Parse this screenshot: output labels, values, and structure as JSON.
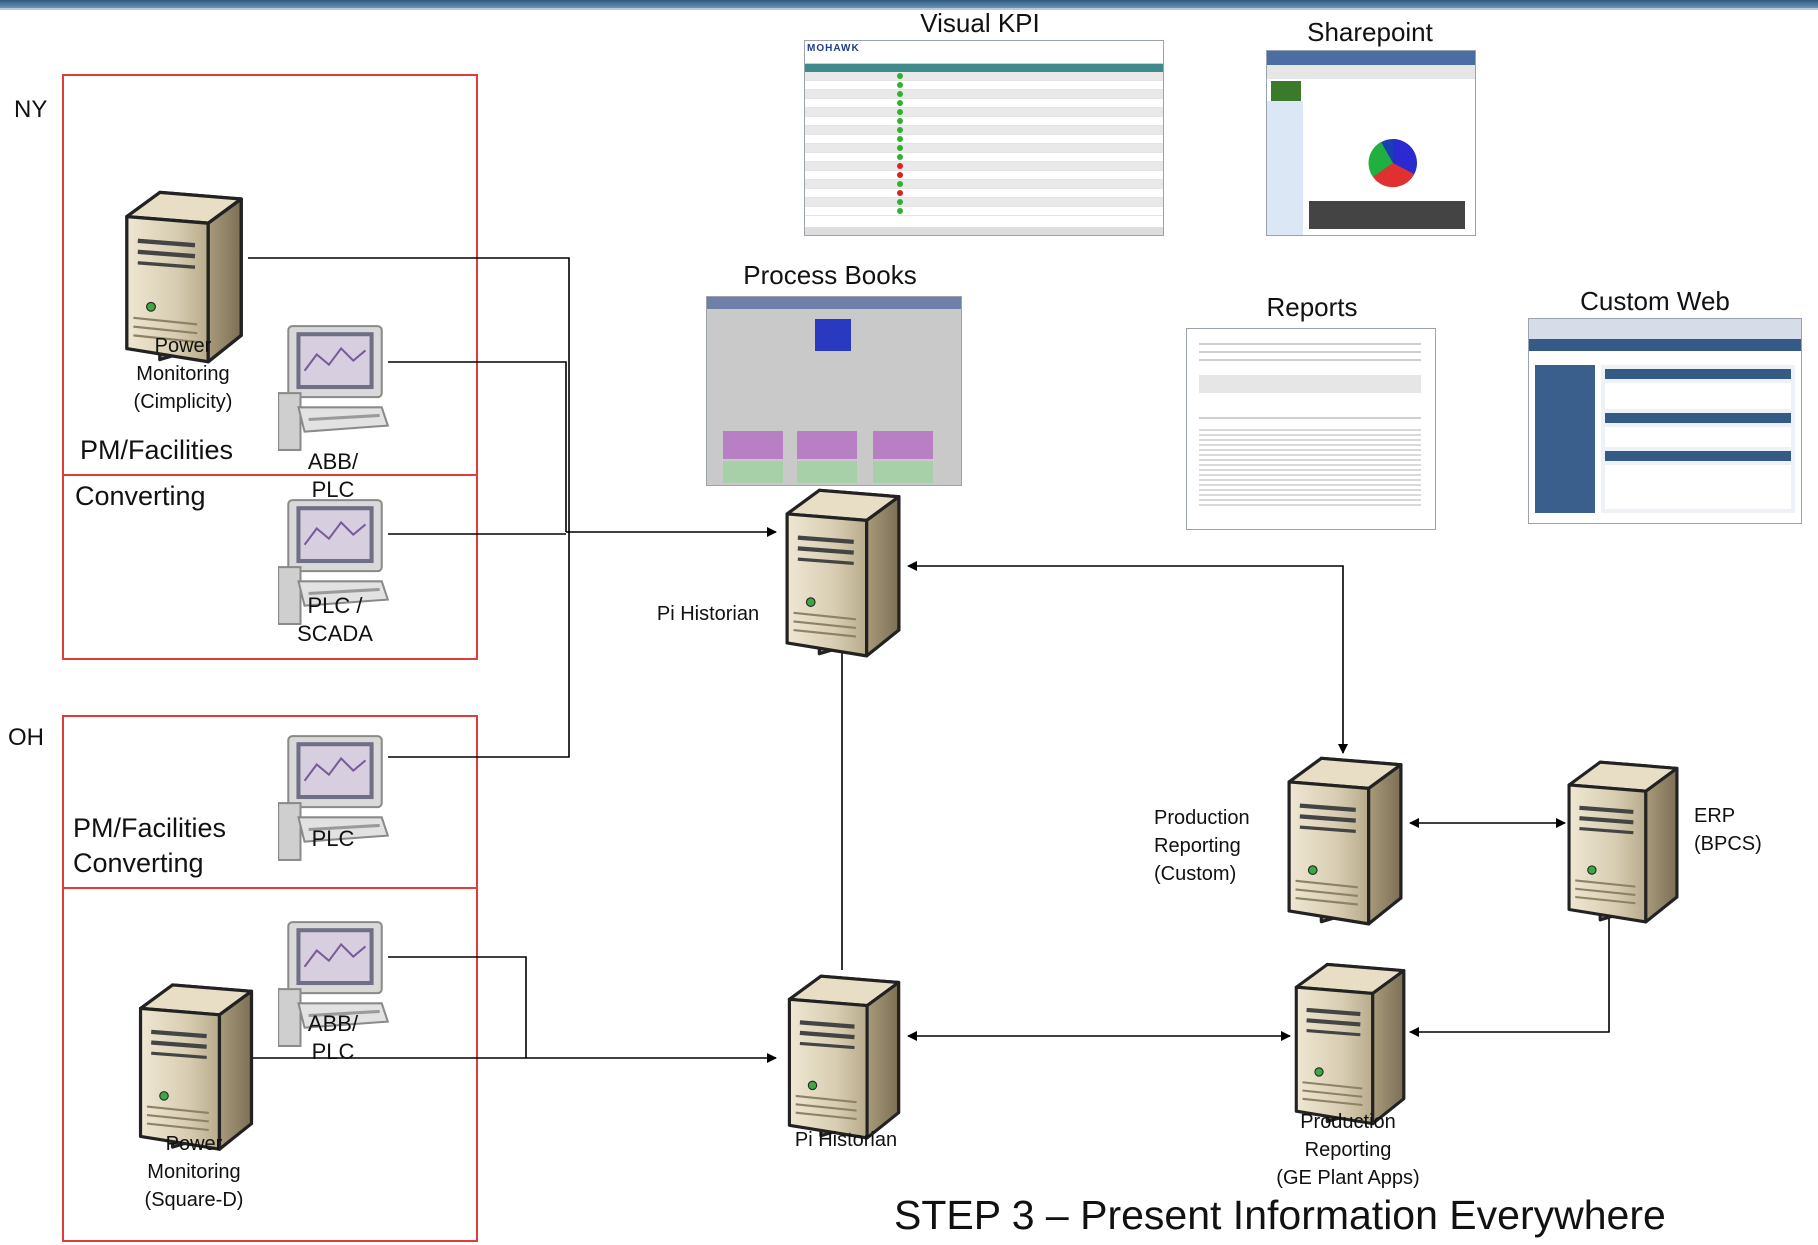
{
  "regions": {
    "ny": "NY",
    "oh": "OH"
  },
  "groups": {
    "ny_pm": "PM/Facilities",
    "ny_conv": "Converting",
    "oh_pm": "PM/Facilities",
    "oh_conv": "Converting"
  },
  "devices": {
    "ny_power": "Power\nMonitoring\n(Cimplicity)",
    "ny_abb": "ABB/\nPLC",
    "ny_plc_scada": "PLC /\nSCADA",
    "oh_plc": "PLC",
    "oh_abb": "ABB/\nPLC",
    "oh_power": "Power\nMonitoring\n(Square-D)",
    "pi_historian_top": "Pi Historian",
    "pi_historian_bottom": "Pi Historian",
    "prod_custom": "Production\nReporting\n(Custom)",
    "erp": "ERP\n(BPCS)",
    "prod_ge": "Production\nReporting\n(GE Plant Apps)"
  },
  "apps": {
    "visual_kpi": "Visual KPI",
    "sharepoint": "Sharepoint",
    "process_books": "Process Books",
    "reports": "Reports",
    "custom_web": "Custom Web"
  },
  "kpi_thumb": {
    "logo": "MOHAWK"
  },
  "step_title": "STEP 3 – Present Information Everywhere"
}
